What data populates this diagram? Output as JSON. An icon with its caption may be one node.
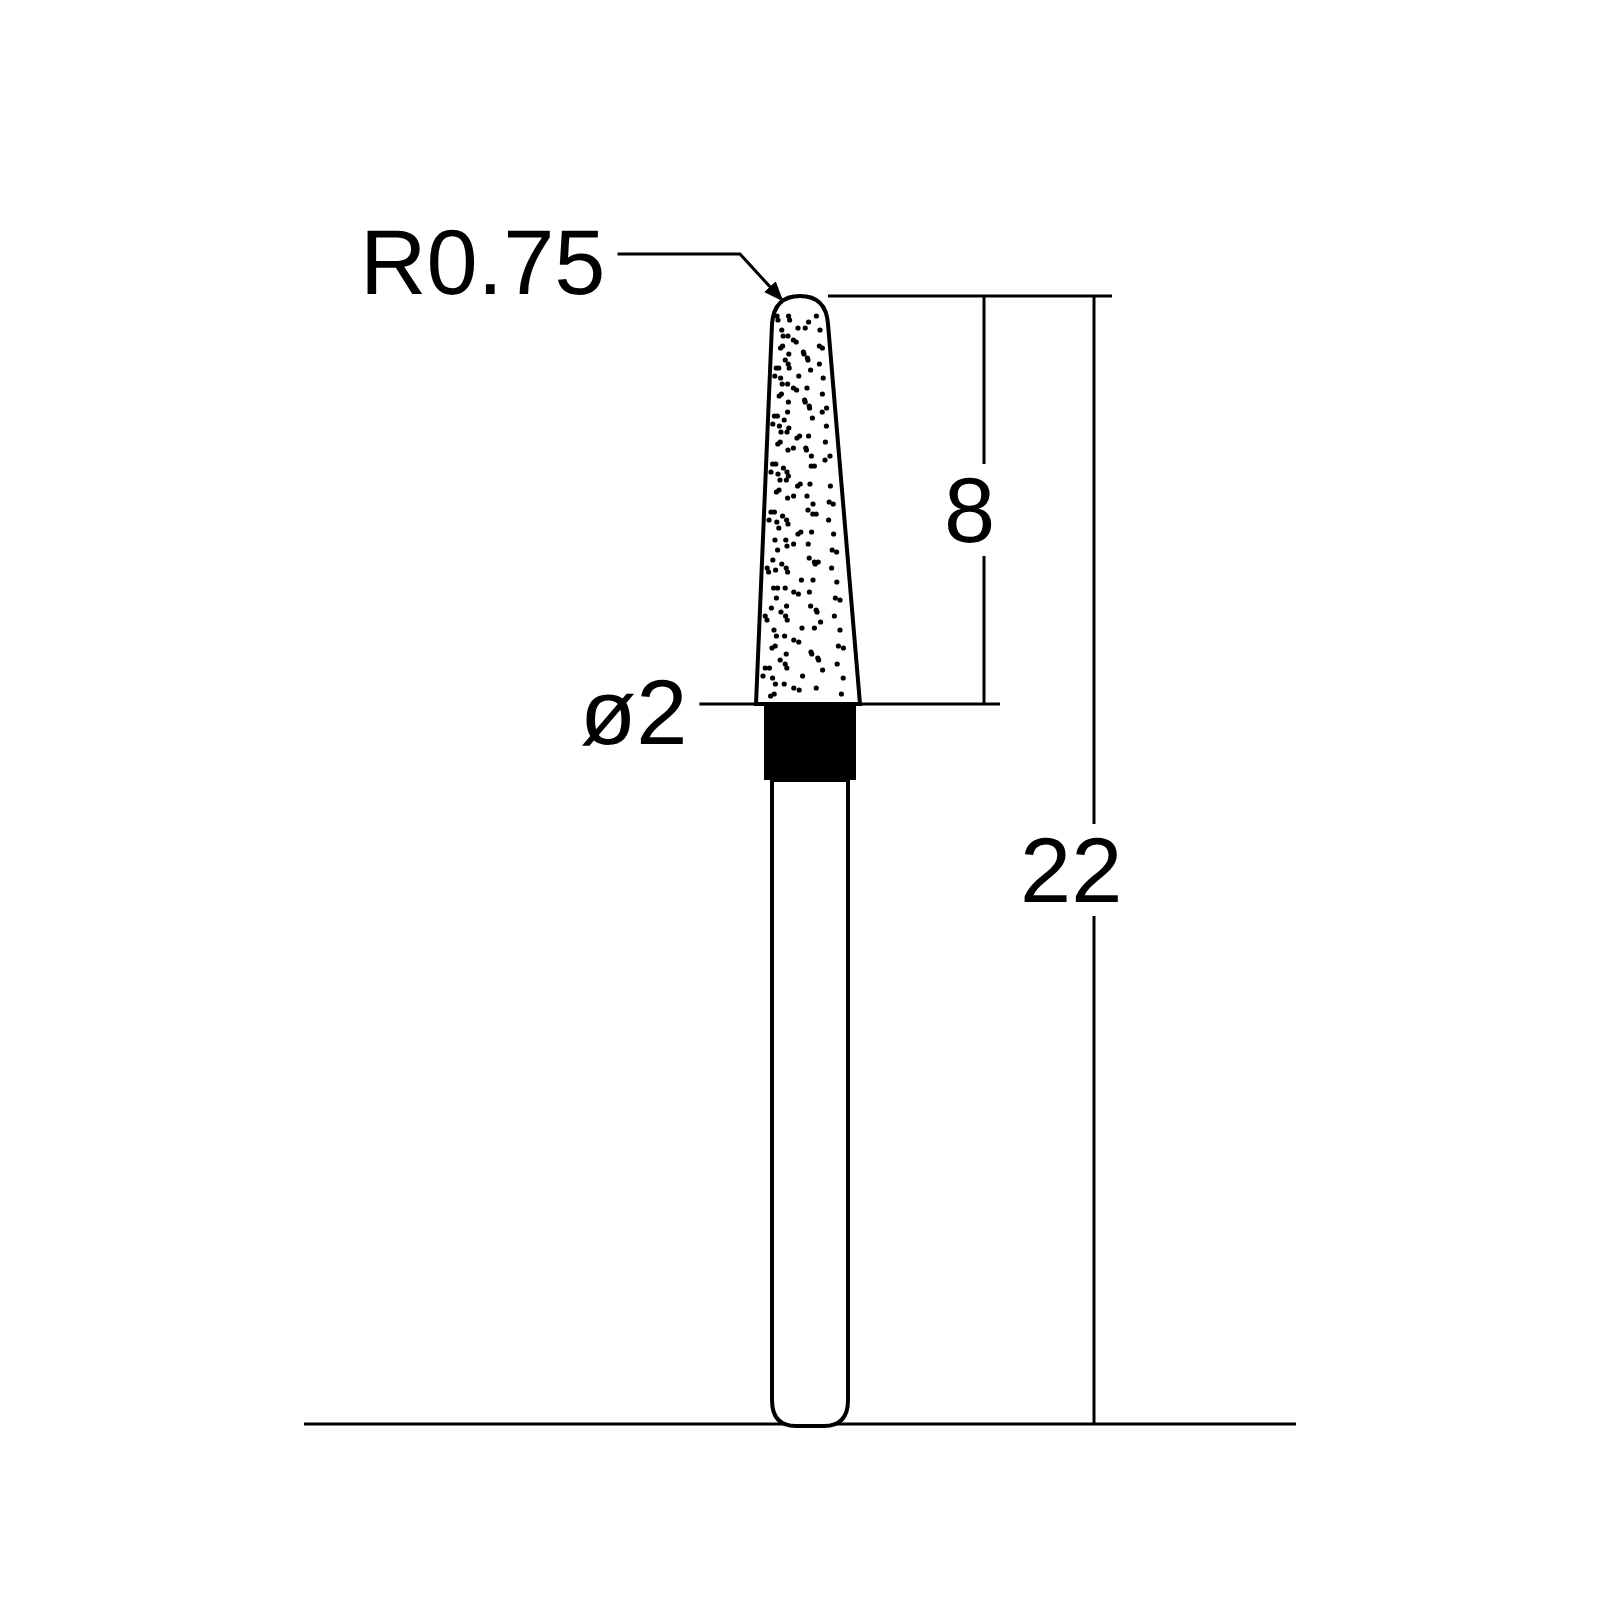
{
  "diagram": {
    "nodes": [
      {
        "text": [
          "R0.75"
        ]
      },
      {
        "text": [],
        "shape": "picture"
      },
      {
        "text": [
          "ø2"
        ]
      }
    ],
    "edges": [
      {
        "from": 0,
        "to": 1,
        "arrow": "to"
      },
      {
        "from": 2,
        "to": 1,
        "arrow": "none"
      }
    ],
    "labels": [
      "8",
      "22"
    ]
  }
}
